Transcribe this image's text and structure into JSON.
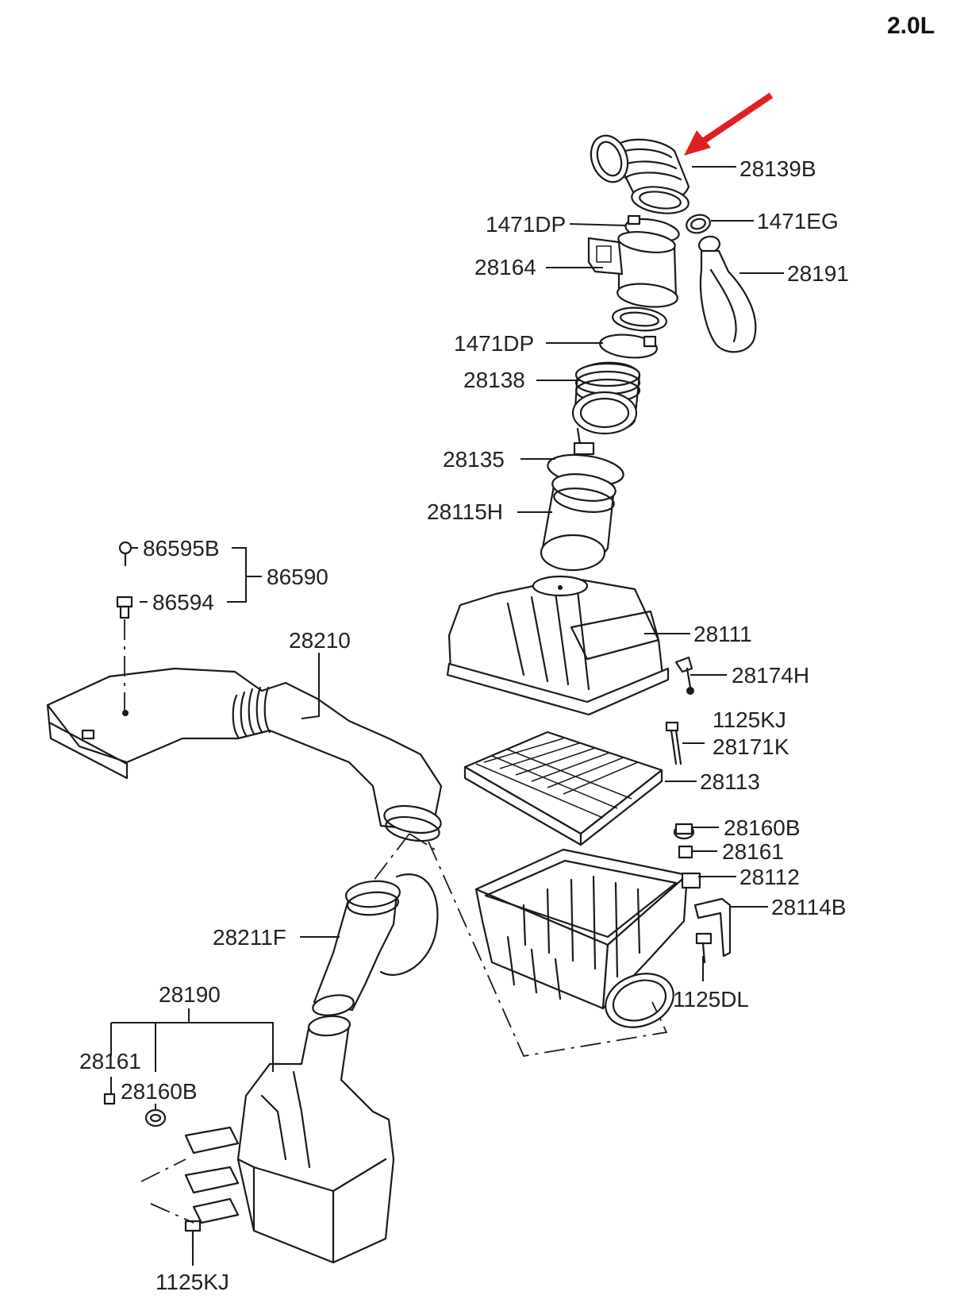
{
  "engine_label": "2.0L",
  "highlight": {
    "color": "#e02020",
    "target_part": "28139B"
  },
  "labels": {
    "p28139B": "28139B",
    "p1471EG": "1471EG",
    "p1471DP_a": "1471DP",
    "p28164": "28164",
    "p28191": "28191",
    "p1471DP_b": "1471DP",
    "p28138": "28138",
    "p28135": "28135",
    "p28115H": "28115H",
    "p86595B": "86595B",
    "p86594": "86594",
    "p86590": "86590",
    "p28210": "28210",
    "p28111": "28111",
    "p28174H": "28174H",
    "p1125KJ_a": "1125KJ",
    "p28171K": "28171K",
    "p28113": "28113",
    "p28160B_a": "28160B",
    "p28161_a": "28161",
    "p28112": "28112",
    "p28114B": "28114B",
    "p28211F": "28211F",
    "p1125DL": "1125DL",
    "p28190": "28190",
    "p28161_b": "28161",
    "p28160B_b": "28160B",
    "p1125KJ_b": "1125KJ"
  }
}
